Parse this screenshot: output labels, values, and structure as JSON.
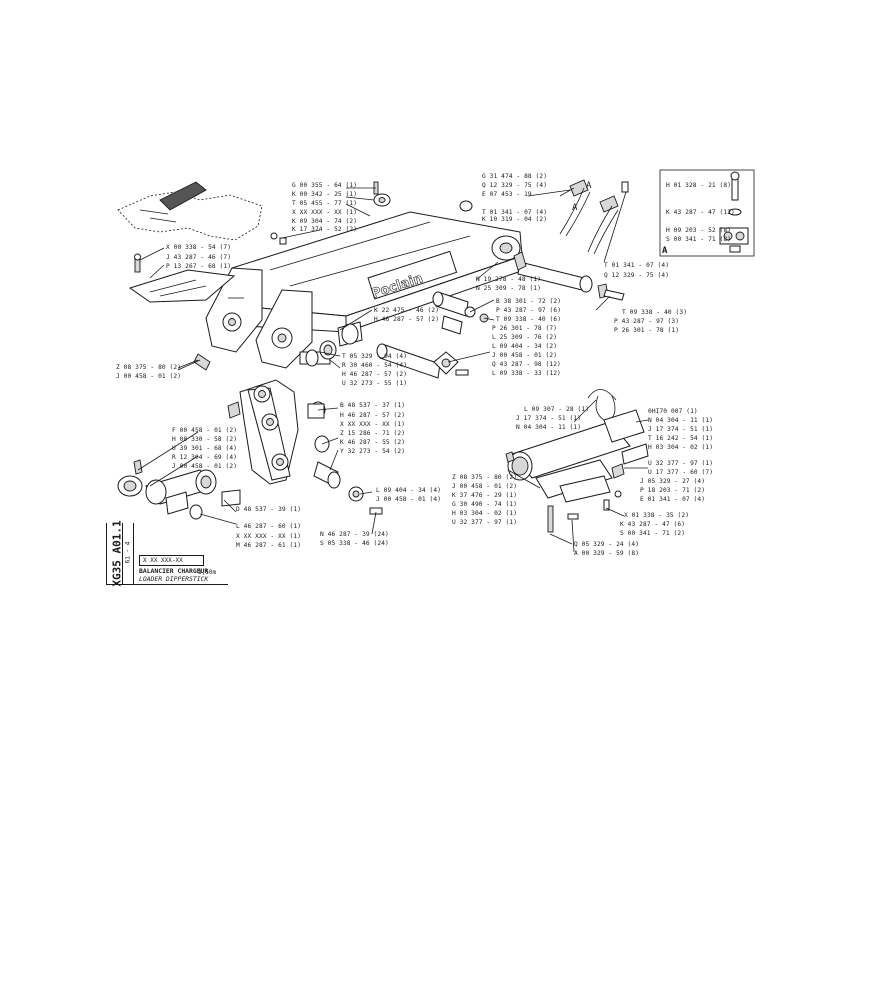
{
  "title_block": {
    "code": "XG35 A01.1",
    "sub": "61 - 4",
    "ref": "X XX XXX-XX",
    "fr": "BALANCIER CHARGEUR",
    "en": "LOADER DIPPERSTICK",
    "size": "3,50m"
  },
  "callouts": {
    "box_a": {
      "letter": "A",
      "items": [
        "H 01 328 - 21 (8)",
        "K 43 287 - 47 (12)",
        "H 09 203 - 52 (8)",
        "S 00 341 - 71 (8)"
      ]
    },
    "hose_top": [
      "G 31 474 - 88 (2)",
      "Q 12 329 - 75 (4)",
      "E 07 453 - 19",
      "T 01 341 - 07 (4)",
      "K 10 319 - 04 (2)"
    ],
    "hose_marks": [
      "A",
      "A"
    ],
    "hose_right": [
      "T 01 341 - 07 (4)",
      "Q 12 329 - 75 (4)"
    ],
    "boom_top": [
      "G 00 355 - 64 (1)",
      "K 00 342 - 25 (1)",
      "T 05 455 - 77 (1)",
      "X XX XXX - XX (1)",
      "K 09 304 - 74 (2)",
      "K 17 374 - 52 (2)"
    ],
    "guard": [
      "X 00 338 - 54 (7)",
      "J 43 287 - 46 (7)",
      "P 13 267 - 68 (1)"
    ],
    "boom_left": [
      "Z 08 375 - 80 (2)",
      "J 00 458 - 01 (2)"
    ],
    "boom_mid": [
      "K 22 475 - 46 (2)",
      "H 46 287 - 57 (2)"
    ],
    "pin_right": [
      "N 19 278 - 48 (1)",
      "N 25 309 - 78 (1)"
    ],
    "bushing_right": [
      "B 38 301 - 72 (2)",
      "P 43 287 - 97 (6)",
      "T 09 338 - 40 (6)",
      "P 26 301 - 78 (7)",
      "L 25 309 - 76 (2)",
      "L 09 404 - 34 (2)",
      "J 00 458 - 01 (2)",
      "Q 43 287 - 98 (12)",
      "L 09 338 - 33 (12)"
    ],
    "plug_right": [
      "T 09 338 - 40 (3)",
      "P 43 287 - 97 (3)",
      "P 26 301 - 78 (1)"
    ],
    "boom_bottom": [
      "T 05 329 - 04 (4)",
      "R 30 460 - 54 (4)",
      "H 46 287 - 57 (2)",
      "U 32 273 - 55 (1)"
    ],
    "link_right": [
      "B 48 537 - 37 (1)",
      "H 46 287 - 57 (2)",
      "X XX XXX - XX (1)",
      "Z 15 286 - 71 (2)",
      "K 46 287 - 55 (2)",
      "Y 32 273 - 54 (2)"
    ],
    "pin_small": [
      "L 09 404 - 34 (4)",
      "J 00 458 - 01 (4)"
    ],
    "link_left": [
      "F 00 458 - 01 (2)",
      "H 00 330 - 58 (2)",
      "U 39 301 - 68 (4)",
      "R 12 304 - 69 (4)",
      "J 00 458 - 01 (2)"
    ],
    "link_bottom": [
      "D 48 537 - 39 (1)",
      "L 46 287 - 60 (1)",
      "X XX XXX - XX (1)",
      "M 46 287 - 61 (1)"
    ],
    "pin_bottom": [
      "N 46 287 - 39 (24)",
      "S 05 338 - 46 (24)"
    ],
    "cyl_top": [
      "L 09 307 - 28 (1)",
      "J 17 374 - 51 (1)",
      "N 04 304 - 11 (1)"
    ],
    "cyl_right": [
      "0HI70 007 (1)",
      "N 04 304 - 11 (1)",
      "J 17 374 - 51 (1)",
      "T 16 242 - 54 (1)",
      "H 03 304 - 02 (1)"
    ],
    "cyl_right2": [
      "U 32 377 - 97 (1)",
      "U 17 377 - 60 (7)",
      "J 05 329 - 27 (4)",
      "P 18 203 - 71 (2)",
      "E 01 341 - 07 (4)"
    ],
    "cyl_left": [
      "Z 08 375 - 80 (2)",
      "J 00 458 - 01 (2)",
      "K 37 476 - 29 (1)",
      "G 30 490 - 74 (1)",
      "H 03 304 - 02 (1)",
      "U 32 377 - 97 (1)"
    ],
    "cyl_bottom_r": [
      "X 01 338 - 35 (2)",
      "K 43 287 - 47 (6)",
      "S 00 341 - 71 (2)"
    ],
    "cyl_bottom": [
      "Q 05 329 - 24 (4)",
      "A 00 329 - 59 (8)"
    ]
  }
}
